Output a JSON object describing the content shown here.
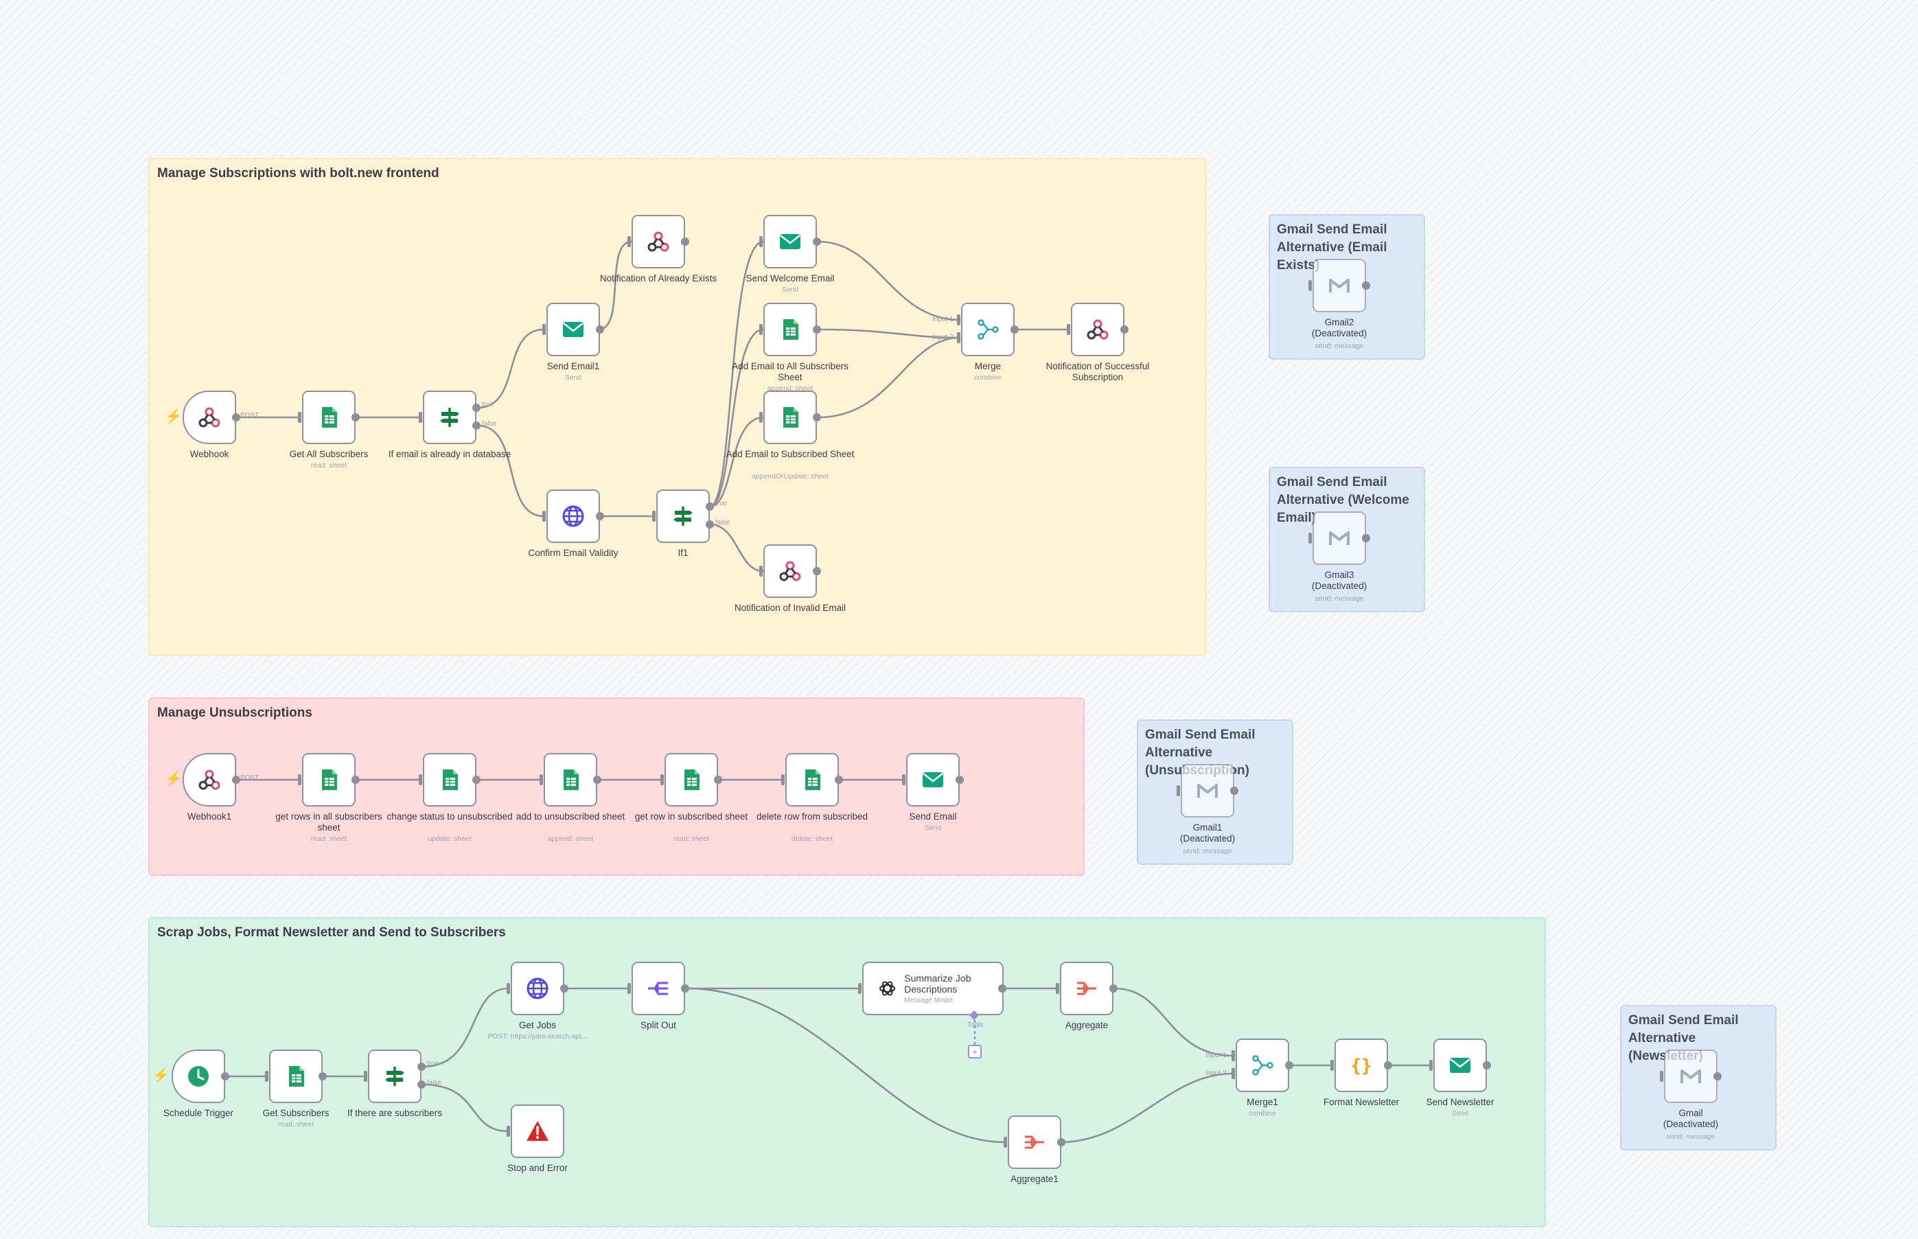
{
  "groups": {
    "subscriptions": {
      "title": "Manage Subscriptions with bolt.new frontend"
    },
    "unsubscriptions": {
      "title": "Manage Unsubscriptions"
    },
    "newsletter": {
      "title": "Scrap Jobs, Format Newsletter and Send to Subscribers"
    }
  },
  "notes": {
    "email_exists": {
      "title": "Gmail Send Email Alternative (Email Exists)"
    },
    "welcome_email": {
      "title": "Gmail Send Email Alternative (Welcome Email)"
    },
    "unsubscription": {
      "title": "Gmail Send Email Alternative (Unsubscription)"
    },
    "newsletter": {
      "title": "Gmail Send Email Alternative (Newsletter)"
    }
  },
  "nodes": {
    "webhook": {
      "label": "Webhook",
      "icon": "webhook-icon"
    },
    "get_all_subscribers": {
      "label": "Get All Subscribers",
      "sub": "read: sheet",
      "icon": "google-sheets-icon"
    },
    "if_email_exists": {
      "label": "If email is already in database",
      "icon": "if-branch-icon"
    },
    "send_email1": {
      "label": "Send Email1",
      "sub": "Send",
      "icon": "email-icon"
    },
    "notification_exists": {
      "label": "Notification of Already Exists",
      "icon": "webhook-icon"
    },
    "send_welcome_email": {
      "label": "Send Welcome Email",
      "sub": "Send",
      "icon": "email-icon"
    },
    "add_to_all_subscribers": {
      "label": "Add Email to All Subscribers Sheet",
      "sub": "append: sheet",
      "icon": "google-sheets-icon"
    },
    "add_to_subscribed": {
      "label": "Add Email to Subscribed Sheet",
      "sub": "appendOrUpdate: sheet",
      "icon": "google-sheets-icon"
    },
    "confirm_validity": {
      "label": "Confirm Email Validity",
      "icon": "globe-icon"
    },
    "if1": {
      "label": "If1",
      "icon": "if-branch-icon"
    },
    "notification_invalid": {
      "label": "Notification of Invalid Email",
      "icon": "webhook-icon"
    },
    "merge": {
      "label": "Merge",
      "sub": "combine",
      "icon": "merge-icon"
    },
    "notification_success": {
      "label": "Notification of Successful Subscription",
      "icon": "webhook-icon"
    },
    "webhook1": {
      "label": "Webhook1",
      "icon": "webhook-icon"
    },
    "get_rows_all": {
      "label": "get rows in all subscribers sheet",
      "sub": "read: sheet",
      "icon": "google-sheets-icon"
    },
    "change_status": {
      "label": "change status to unsubscribed",
      "sub": "update: sheet",
      "icon": "google-sheets-icon"
    },
    "add_to_unsubscribed": {
      "label": "add to unsubscribed sheet",
      "sub": "append: sheet",
      "icon": "google-sheets-icon"
    },
    "get_row_subscribed": {
      "label": "get row in subscribed sheet",
      "sub": "read: sheet",
      "icon": "google-sheets-icon"
    },
    "delete_row": {
      "label": "delete row from subscribed",
      "sub": "delete: sheet",
      "icon": "google-sheets-icon"
    },
    "send_email": {
      "label": "Send Email",
      "sub": "Send",
      "icon": "email-icon"
    },
    "schedule_trigger": {
      "label": "Schedule Trigger",
      "icon": "clock-icon"
    },
    "get_subscribers": {
      "label": "Get Subscribers",
      "sub": "read: sheet",
      "icon": "google-sheets-icon"
    },
    "if_subscribers": {
      "label": "If there are subscribers",
      "icon": "if-branch-icon"
    },
    "get_jobs": {
      "label": "Get Jobs",
      "sub": "POST: https://jobs-search-api...",
      "icon": "globe-icon"
    },
    "stop_error": {
      "label": "Stop and Error",
      "icon": "warning-icon"
    },
    "split_out": {
      "label": "Split Out",
      "icon": "split-out-icon"
    },
    "summarize": {
      "label": "Summarize Job Descriptions",
      "sub": "Message Model",
      "icon": "openai-icon",
      "port_label": "Tools"
    },
    "aggregate": {
      "label": "Aggregate",
      "icon": "aggregate-icon"
    },
    "aggregate1": {
      "label": "Aggregate1",
      "icon": "aggregate-icon"
    },
    "merge1": {
      "label": "Merge1",
      "sub": "combine",
      "icon": "merge-icon"
    },
    "format_newsletter": {
      "label": "Format Newsletter",
      "icon": "code-braces-icon"
    },
    "send_newsletter": {
      "label": "Send Newsletter",
      "sub": "Send",
      "icon": "email-icon"
    },
    "gmail2": {
      "label": "Gmail2 (Deactivated)",
      "sub": "send: message",
      "icon": "gmail-icon"
    },
    "gmail3": {
      "label": "Gmail3 (Deactivated)",
      "sub": "send: message",
      "icon": "gmail-icon"
    },
    "gmail1": {
      "label": "Gmail1 (Deactivated)",
      "sub": "send: message",
      "icon": "gmail-icon"
    },
    "gmail": {
      "label": "Gmail (Deactivated)",
      "sub": "send: message",
      "icon": "gmail-icon"
    }
  },
  "port_labels": {
    "post": "POST",
    "true": "true",
    "false": "false",
    "input1": "Input 1",
    "input2": "Input 2"
  },
  "colors": {
    "canvas": "#f6f7f9",
    "group_yellow": "#fff3d6",
    "group_red": "#fddadb",
    "group_green": "#d7f3e4",
    "note_blue": "#dbe8f6",
    "node_border": "#8e929b",
    "wire": "#8c8f97",
    "trigger_bolt": "#f0543f"
  }
}
